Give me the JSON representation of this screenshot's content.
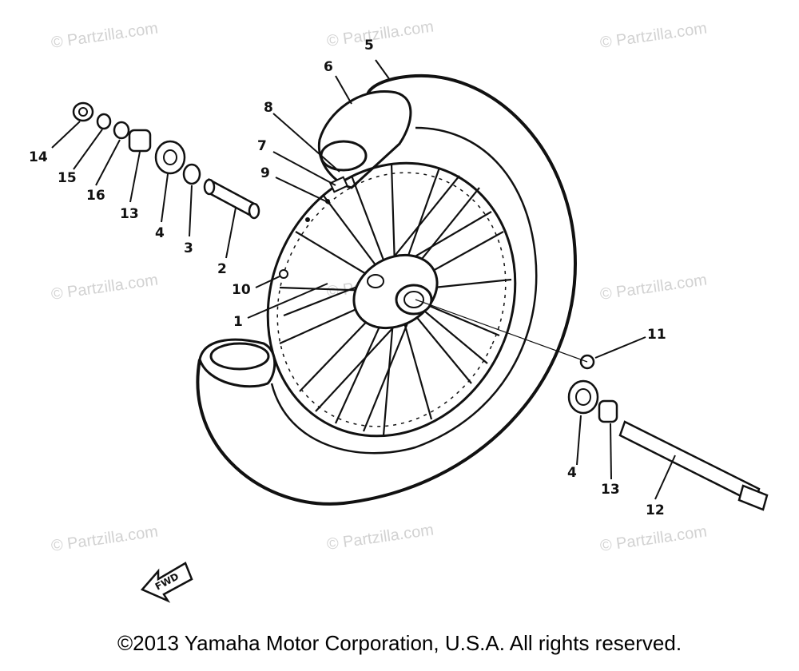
{
  "watermark_text": "© Partzilla.com",
  "callouts": {
    "c1": "1",
    "c2": "2",
    "c3": "3",
    "c4a": "4",
    "c4b": "4",
    "c5": "5",
    "c6": "6",
    "c7": "7",
    "c8": "8",
    "c9": "9",
    "c10": "10",
    "c11": "11",
    "c12": "12",
    "c13a": "13",
    "c13b": "13",
    "c14": "14",
    "c15": "15",
    "c16": "16"
  },
  "fwd_label": "FWD",
  "copyright": "©2013 Yamaha Motor Corporation, U.S.A. All rights reserved."
}
